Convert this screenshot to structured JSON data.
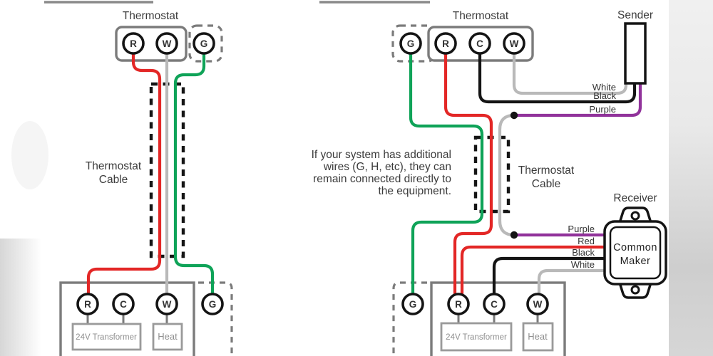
{
  "colors": {
    "wire_red": "#e32726",
    "wire_green": "#0fa358",
    "wire_purple": "#91339b",
    "wire_gray": "#b9b9b9",
    "wire_black": "#141414",
    "box_gray": "#7b7b7b",
    "text_dark": "#3b3b3b",
    "label_gray": "#8f8f8f"
  },
  "left": {
    "title": "Thermostat",
    "thermostat_terminals": [
      "R",
      "W",
      "G"
    ],
    "cable_label": {
      "line1": "Thermostat",
      "line2": "Cable"
    },
    "equipment_terminals": [
      "R",
      "C",
      "W",
      "G"
    ],
    "transformer_label": "24V Transformer",
    "heat_label": "Heat"
  },
  "right": {
    "title": "Thermostat",
    "thermostat_terminals": [
      "G",
      "R",
      "C",
      "W"
    ],
    "sender_label": "Sender",
    "receiver_label": "Receiver",
    "device_name": {
      "line1": "Common",
      "line2": "Maker"
    },
    "note": {
      "line1": "If your system has additional",
      "line2": "wires (G, H, etc), they can",
      "line3": "remain connected directly to",
      "line4": "the equipment."
    },
    "cable_label": {
      "line1": "Thermostat",
      "line2": "Cable"
    },
    "sender_wire_labels": [
      "White",
      "Black",
      "Purple"
    ],
    "receiver_wire_labels": [
      "Purple",
      "Red",
      "Black",
      "White"
    ],
    "equipment_terminals": [
      "G",
      "R",
      "C",
      "W"
    ],
    "transformer_label": "24V Transformer",
    "heat_label": "Heat"
  }
}
